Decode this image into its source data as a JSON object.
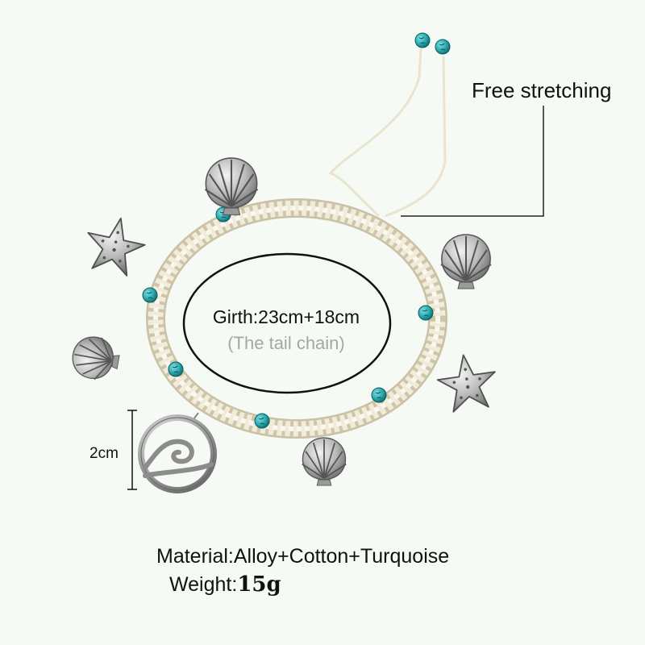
{
  "annotations": {
    "stretch": "Free stretching",
    "girth": "Girth:23cm+18cm",
    "tail": "(The tail chain)",
    "charm_size": "2cm"
  },
  "specs": {
    "material": "Material:Alloy+Cotton+Turquoise",
    "weight_label": "Weight:",
    "weight_value": "15g"
  },
  "colors": {
    "background": "#f6faf5",
    "cord": "#ece6d4",
    "turquoise": "#2fb3b8",
    "silver": "#b8b8b8",
    "text": "#111111",
    "muted_text": "#a6a6a6"
  },
  "icons": [
    "shell-charm-icon",
    "starfish-charm-icon",
    "wave-charm-icon",
    "turquoise-bead-icon"
  ]
}
